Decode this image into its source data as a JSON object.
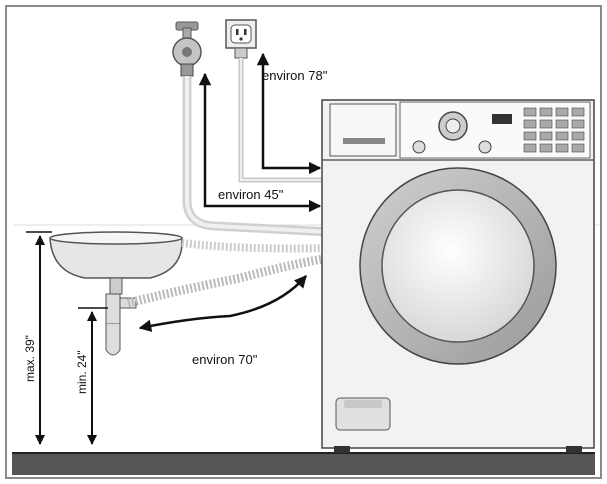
{
  "labels": {
    "power_cord": "environ 78\"",
    "inlet_hose": "environ 45\"",
    "drain_hose": "environ 70\"",
    "max_height": "max. 39\"",
    "min_height": "min. 24\""
  },
  "colors": {
    "frame": "#8a8a8a",
    "floor": "#555555",
    "arrow": "#111111",
    "machine_body": "#f2f2f2",
    "door_ring": "#b5b5b5"
  }
}
